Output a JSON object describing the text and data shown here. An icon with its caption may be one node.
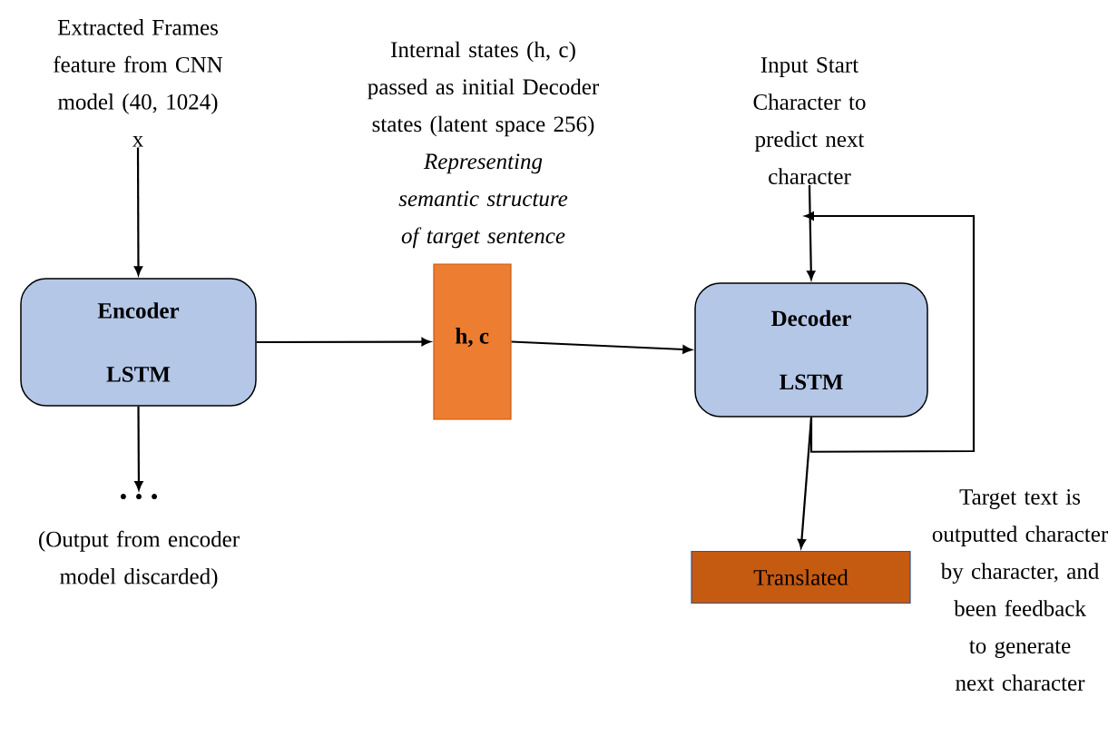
{
  "diagram": {
    "nodes": [
      {
        "text": [
          "Extracted Frames feature from CNN model (40, 1024)",
          "x"
        ]
      },
      {
        "text": [
          "Encoder",
          "LSTM"
        ]
      },
      {
        "text": [
          "• • •",
          "(Output from encoder model discarded)"
        ]
      },
      {
        "text": [
          "h, c"
        ],
        "beside": [
          "Internal states (h, c) passed as initial Decoder states (latent space 256)",
          "Representing semantic structure of target sentence"
        ]
      },
      {
        "text": [
          "Input Start Character to predict next character"
        ]
      },
      {
        "text": [
          "Decoder",
          "LSTM"
        ]
      },
      {
        "text": [
          "Translated"
        ]
      }
    ],
    "edges": [
      {
        "from": 0,
        "to": 1,
        "arrow": "to"
      },
      {
        "from": 1,
        "to": 2,
        "arrow": "to"
      },
      {
        "from": 1,
        "to": 3,
        "arrow": "to"
      },
      {
        "from": 3,
        "to": 5,
        "arrow": "to"
      },
      {
        "from": 4,
        "to": 5,
        "arrow": "to"
      },
      {
        "from": 5,
        "to": 6,
        "arrow": "to"
      },
      {
        "from": 5,
        "to": null,
        "arrow": "to"
      }
    ],
    "labels": [
      "Target text is outputted character by character, and been feedback to generate next character"
    ]
  }
}
